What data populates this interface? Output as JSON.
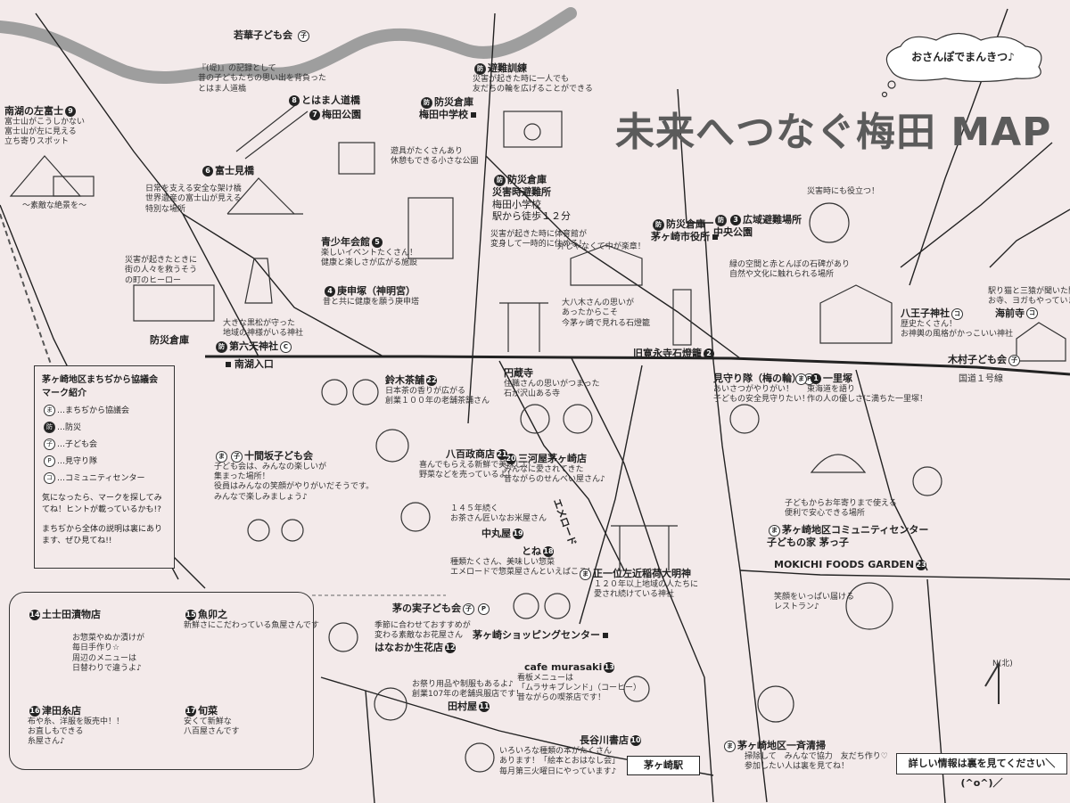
{
  "title": "未来へつなぐ梅田 MAP",
  "cloud_text": "おさんぽでまんきつ♪",
  "colors": {
    "background": "#f3eaea",
    "river": "#9e9e9e",
    "road": "#222222",
    "title": "#5b5b5b"
  },
  "legend": {
    "title": "茅ヶ崎地区まちぢから協議会\nマーク紹介",
    "items": [
      {
        "mark": "ま",
        "text": "…まちぢから協議会"
      },
      {
        "mark": "防",
        "text": "…防災"
      },
      {
        "mark": "子",
        "text": "…子ども会"
      },
      {
        "mark": "P",
        "text": "…見守り隊"
      },
      {
        "mark": "コ",
        "text": "…コミュニティセンター"
      }
    ],
    "note1": "気になったら、マークを探してみてね！ヒントが載っているかも!?",
    "note2": "まちぢから全体の説明は裏にあります、ぜひ見てね!!"
  },
  "places": [
    {
      "id": "wakaba",
      "name": "若華子ども会"
    },
    {
      "id": "p9",
      "num": "9",
      "name": "南湖の左富士",
      "desc": "富士山がこうしかない\n富士山が左に見える\n立ち寄りスポット",
      "caption": "〜素敵な絶景を〜"
    },
    {
      "id": "p8",
      "num": "8",
      "name": "とはま人道橋",
      "desc": "『(堤)』の記録として\n昔の子どもたちの思い出を背負った\nとはま人道橋"
    },
    {
      "id": "bousai1",
      "name": "防災倉庫\n梅田中学校"
    },
    {
      "id": "p7",
      "num": "7",
      "name": "梅田公園",
      "desc": "遊具がたくさんあり\n休憩もできる小さな公園"
    },
    {
      "id": "p6",
      "num": "6",
      "name": "富士見橋",
      "desc": "日常を支える安全な架け橋\n世界遺産の富士山が見える\n特別な場所"
    },
    {
      "id": "hinan",
      "name": "避難訓練",
      "desc": "災害が起きた時に一人でも\n友だちの輪を広げることができる"
    },
    {
      "id": "bousai2",
      "name": "防災倉庫\n災害時避難所",
      "desc": "梅田小学校\n駅から徒歩１２分"
    },
    {
      "id": "p5",
      "num": "5",
      "name": "青少年会館",
      "desc": "楽しいイベントたくさん！\n健康と楽しさが広がる施設"
    },
    {
      "id": "hero",
      "desc": "災害が起きたときに\n街の人々を救うそう\nの町のヒーロー"
    },
    {
      "id": "p4",
      "num": "4",
      "name": "庚申塚（神明宮）",
      "desc": "昔と共に健康を願う庚申塔"
    },
    {
      "id": "gym",
      "desc": "災害が起きた時に体育館が\n変身して一時的に住める！",
      "caption": "外じゃなくて中が楽章！"
    },
    {
      "id": "chigasaki_city",
      "name": "防災倉庫\n茅ヶ崎市役所"
    },
    {
      "id": "p3",
      "num": "3",
      "name": "広域避難場所\n中央公園",
      "desc": "緑の空間と赤とんぼの石碑があり\n自然や文化に触れられる場所",
      "caption": "災害時にも役立つ！"
    },
    {
      "id": "hachioji",
      "name": "八王子神社",
      "desc": "歴史たくさん！\nお神輿の風格がかっこいい神社"
    },
    {
      "id": "kaizen",
      "name": "海前寺",
      "desc": "駅り猫と三猿が聞いた門のある\nお寺、ヨガもやっています"
    },
    {
      "id": "kimura",
      "name": "木村子ども会"
    },
    {
      "id": "kokudo",
      "name": "国道１号線"
    },
    {
      "id": "p2",
      "num": "2",
      "name": "旧寛永寺石燈籠",
      "desc": "大八木さんの思いが\nあったからこそ\n今茅ヶ崎で見れる石燈籠"
    },
    {
      "id": "dairokuten",
      "name": "第六天神社",
      "num": "C",
      "desc": "大きな黒松が守った\n地域の神様がいる神社"
    },
    {
      "id": "bousai3",
      "name": "防災倉庫"
    },
    {
      "id": "nanko",
      "name": "南湖入口"
    },
    {
      "id": "p22",
      "num": "22",
      "name": "鈴木茶舗",
      "desc": "日本茶の香りが広がる\n創業１００年の老舗茶舗さん"
    },
    {
      "id": "enzo",
      "name": "円蔵寺",
      "desc": "住職さんの思いがつまった\n石が沢山ある寺"
    },
    {
      "id": "mimamori",
      "name": "見守り隊（梅の輪）",
      "desc": "あいさつがやりがい！\n子どもの安全見守りたい！"
    },
    {
      "id": "p1",
      "num": "1",
      "name": "一里塚",
      "desc": "東海道を語り\n作の人の優しさに満ちた一里塚！"
    },
    {
      "id": "juken",
      "name": "十間坂子ども会",
      "desc": "子ども会は、みんなの楽しいが\n集まった場所！\n役員はみんなの笑顔がやりがいだそうです。\nみんなで楽しみましょう♪"
    },
    {
      "id": "p21",
      "num": "21",
      "name": "八百政商店",
      "desc": "喜んでもらえる新鮮で美味しい\n野菜などを売っているよ！"
    },
    {
      "id": "p20",
      "num": "20",
      "name": "三河屋茅ヶ崎店",
      "desc": "みんなに愛されてきた\n昔ながらのせんべい屋さん♪"
    },
    {
      "id": "emeroad",
      "name": "エメロード"
    },
    {
      "id": "community",
      "name": "茅ヶ崎地区コミュニティセンター\n子どもの家 茅っ子",
      "desc": "子どもからお年寄りまで使える\n便利で安心できる場所"
    },
    {
      "id": "p23",
      "num": "23",
      "name": "MOKICHI FOODS GARDEN",
      "desc": "笑顔をいっぱい届ける\nレストラン♪"
    },
    {
      "id": "p19",
      "num": "19",
      "name": "中丸屋",
      "desc": "１４５年続く\nお茶さん匠いなお米屋さん"
    },
    {
      "id": "p18",
      "num": "18",
      "name": "とね",
      "desc": "種類たくさん、美味しい惣菜\nエメロードで惣菜屋さんといえばここ！"
    },
    {
      "id": "inari",
      "name": "正一位左近稲荷大明神",
      "desc": "１２０年以上地域の人たちに\n愛され続けている神社"
    },
    {
      "id": "kayanomi",
      "name": "茅の実子ども会"
    },
    {
      "id": "shopping",
      "name": "茅ヶ崎ショッピングセンター"
    },
    {
      "id": "p12",
      "num": "12",
      "name": "はなおか生花店",
      "desc": "季節に合わせておすすめが\n変わる素敵なお花屋さん"
    },
    {
      "id": "p13",
      "num": "13",
      "name": "cafe murasaki",
      "desc": "看板メニューは\n「ムラサキブレンド」（コーヒー）\n昔ながらの喫茶店です！"
    },
    {
      "id": "p11",
      "num": "11",
      "name": "田村屋",
      "desc": "お祭り用品や制服もあるよ♪\n創業107年の老舗呉服店です！"
    },
    {
      "id": "p10",
      "num": "10",
      "name": "長谷川書店",
      "desc": "いろいろな種類の本がたくさん\nあります！「絵本とおはなし会」\n毎月第三火曜日にやっています♪"
    },
    {
      "id": "station",
      "name": "茅ヶ崎駅"
    },
    {
      "id": "seiso",
      "name": "茅ヶ崎地区一斉清掃",
      "desc": "掃除して　みんなで協力　友だち作り♡\n参加したい人は裏を見てね！"
    },
    {
      "id": "p14",
      "num": "14",
      "name": "土士田漬物店",
      "desc": "お惣菜やぬか漬けが\n毎日手作り☆\n周辺のメニューは\n日替わりで違うよ♪"
    },
    {
      "id": "p15",
      "num": "15",
      "name": "魚卯之",
      "desc": "新鮮さにこだわっている魚屋さんです"
    },
    {
      "id": "p16",
      "num": "16",
      "name": "津田糸店",
      "desc": "布や糸、洋服を販売中！！\nお直しもできる\n糸屋さん♪"
    },
    {
      "id": "p17",
      "num": "17",
      "name": "旬菜",
      "desc": "安くて新鮮な\n八百屋さんです"
    }
  ],
  "info_button": "詳しい情報は裏を見てください＼(^o^)／",
  "compass": "N(北)"
}
